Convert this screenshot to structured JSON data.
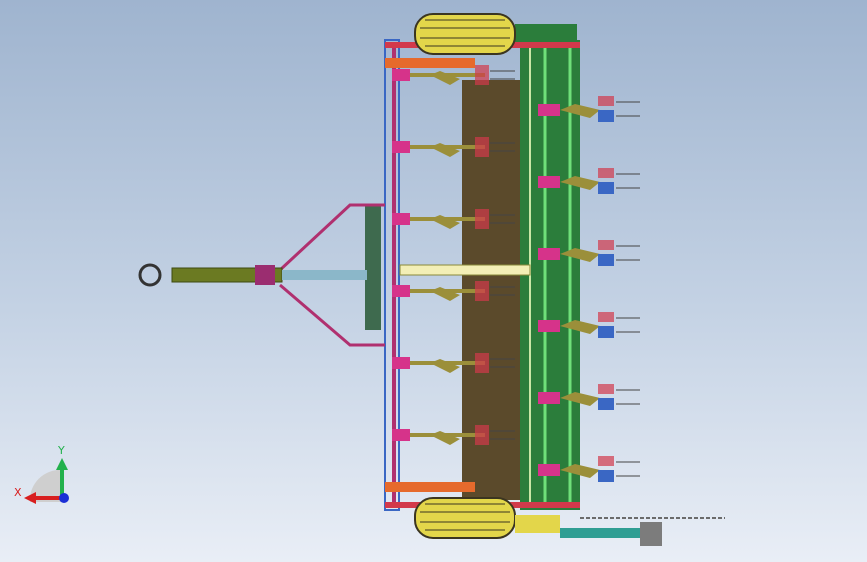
{
  "viewport": {
    "name": "cad-3d-viewport",
    "background_top": "#9fb4cf",
    "background_bottom": "#e9eef6"
  },
  "triad": {
    "x_label": "X",
    "y_label": "Y",
    "x_color": "#d81e1e",
    "y_color": "#22b14c",
    "z_color": "#1b2fd6"
  },
  "colors": {
    "frame_green": "#2b7d3b",
    "hopper_brown": "#5b4a2b",
    "beam_olive": "#9b8f3a",
    "hitch_magenta": "#b0306f",
    "bracket_pink": "#d6338a",
    "steel_blue": "#3a67c4",
    "tire_yellow": "#e3d64a",
    "frame_red": "#d2394b",
    "orange_bar": "#e66a2c",
    "cream_bar": "#f3efb6",
    "teal": "#2f9e93"
  },
  "model": {
    "name": "seed-drill-assembly",
    "tine_count": 6,
    "rear_unit_count": 6,
    "wheel_count": 2
  }
}
